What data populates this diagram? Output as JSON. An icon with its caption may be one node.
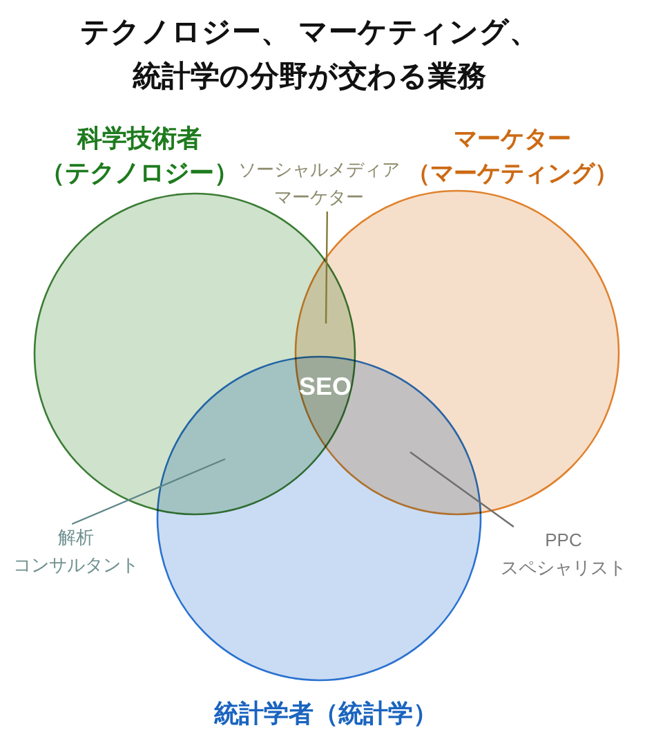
{
  "diagram": {
    "title": "テクノロジー、 マーケティング、統計学の分野が交わる業務",
    "nodes": [
      {
        "text": [
          "科学技術者（テクノロジー）"
        ]
      },
      {
        "text": [
          "マーケター（マーケティング）"
        ]
      },
      {
        "text": [
          "統計学者（統計学）"
        ]
      },
      {
        "text": [
          "ソーシャルメディアマーケター"
        ]
      },
      {
        "text": [
          "解析コンサルタント"
        ]
      },
      {
        "text": [
          "PPCスペシャリスト"
        ]
      }
    ],
    "edges": [
      {
        "from": 3,
        "to": 0,
        "arrow": "none",
        "color": "#857a3a"
      },
      {
        "from": 4,
        "to": 0,
        "arrow": "none",
        "color": "#5f8585"
      },
      {
        "from": 5,
        "to": 1,
        "arrow": "none",
        "color": "#6e6e6e"
      }
    ],
    "labels": [
      "SEO"
    ]
  }
}
